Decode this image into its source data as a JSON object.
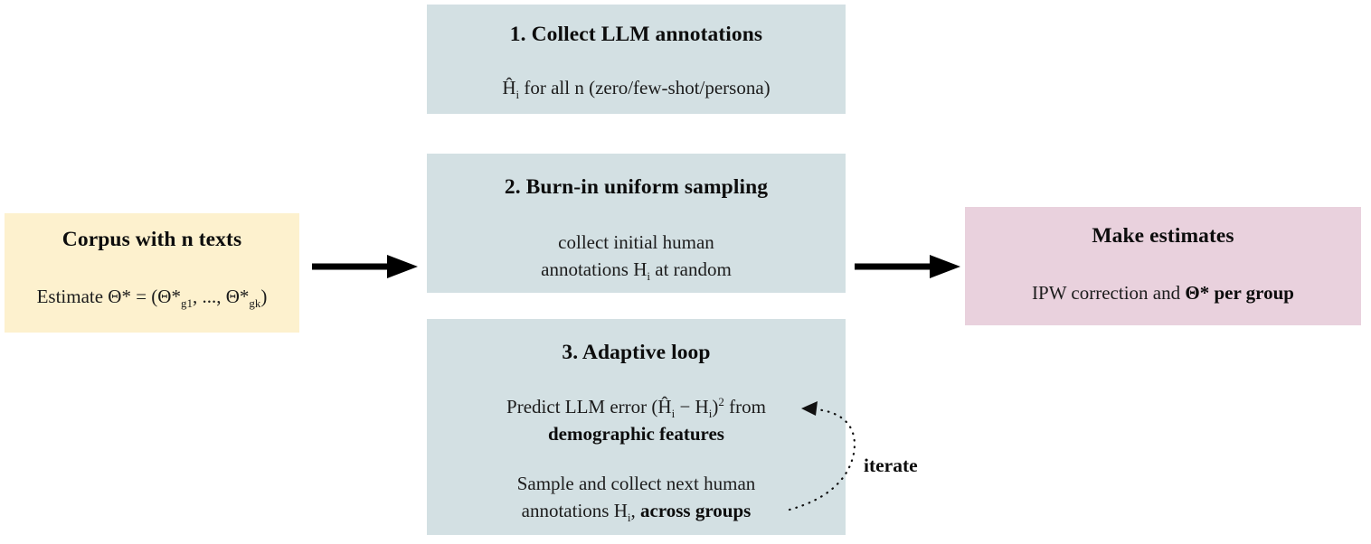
{
  "page": {
    "background": "#ffffff"
  },
  "colors": {
    "step_box_bg": "#d3e0e3",
    "corpus_box_bg": "#fdf1ce",
    "estimates_box_bg": "#e9d1dd",
    "arrow_color": "#000000",
    "title_text": "#0d0d0d",
    "body_text": "#1c1c1c"
  },
  "corpus_box": {
    "title": "Corpus with n texts",
    "formula": [
      {
        "text": "Estimate Θ* = (Θ*"
      },
      {
        "text": "g1",
        "style": "sub"
      },
      {
        "text": ", ..., Θ*"
      },
      {
        "text": "gk",
        "style": "sub"
      },
      {
        "text": ")"
      }
    ]
  },
  "steps": [
    {
      "title": "1. Collect LLM annotations",
      "body": [
        {
          "text": "Ĥ"
        },
        {
          "text": "i",
          "style": "sub"
        },
        {
          "text": " for all n (zero/few-shot/persona)"
        }
      ]
    },
    {
      "title": "2. Burn-in uniform sampling",
      "body": [
        {
          "text": "collect initial human"
        },
        {
          "style": "br"
        },
        {
          "text": "annotations H"
        },
        {
          "text": "i",
          "style": "sub"
        },
        {
          "text": " at random"
        }
      ]
    },
    {
      "title": "3. Adaptive loop",
      "body1": [
        {
          "text": "Predict LLM error (Ĥ"
        },
        {
          "text": "i",
          "style": "sub"
        },
        {
          "text": " − H"
        },
        {
          "text": "i",
          "style": "sub"
        },
        {
          "text": ")"
        },
        {
          "text": "2",
          "style": "sup"
        },
        {
          "text": "  from"
        },
        {
          "style": "br"
        },
        {
          "text": "demographic features",
          "style": "bold"
        }
      ],
      "body2": [
        {
          "text": "Sample and collect next human"
        },
        {
          "style": "br"
        },
        {
          "text": "annotations H"
        },
        {
          "text": "i",
          "style": "sub"
        },
        {
          "text": ", "
        },
        {
          "text": "across groups",
          "style": "bold"
        }
      ]
    }
  ],
  "estimates_box": {
    "title": "Make estimates",
    "body": [
      {
        "text": "IPW correction and "
      },
      {
        "text": "Θ* per group",
        "style": "bold"
      }
    ]
  },
  "iterate_label": "iterate",
  "icons": {
    "flow_arrow_left": "arrow-right-icon",
    "flow_arrow_right": "arrow-right-icon",
    "iterate_arrow": "dotted-curved-arrow-icon"
  }
}
